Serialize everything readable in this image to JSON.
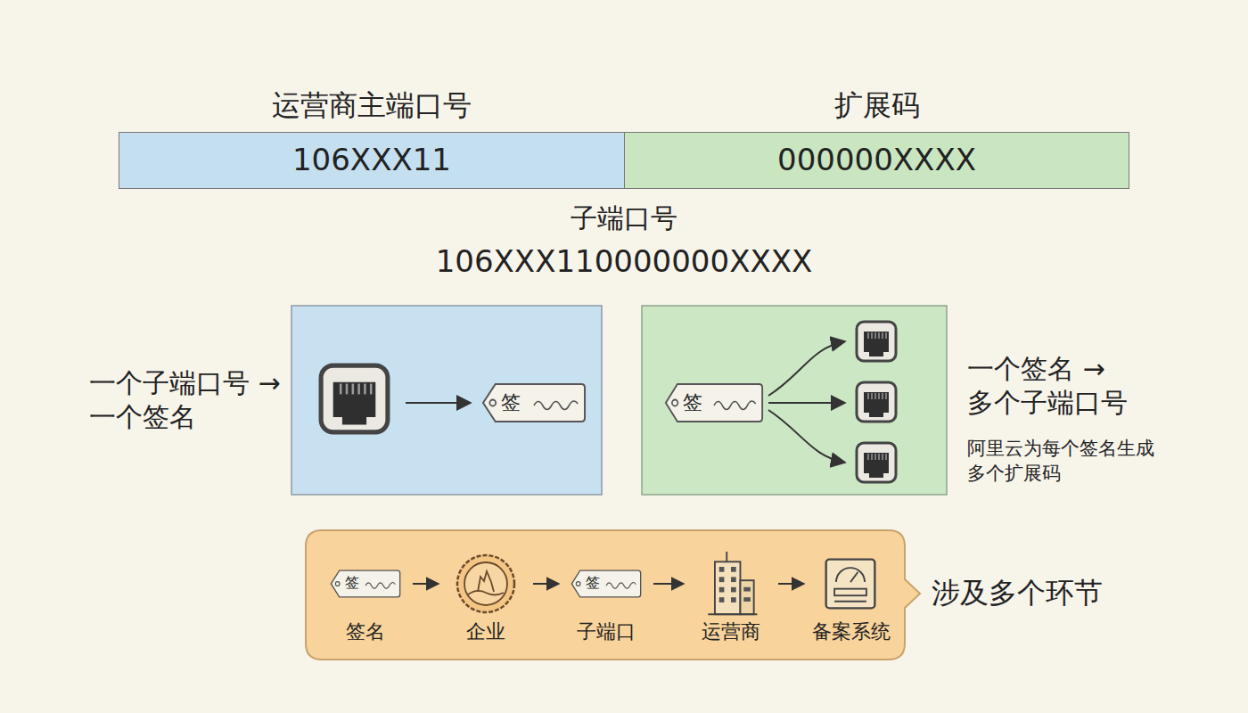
{
  "diagram": {
    "nodes": [
      {
        "text": [
          "运营商主端口号",
          "106XXX11"
        ]
      },
      {
        "text": [
          "扩展码",
          "000000XXXX"
        ]
      },
      {
        "text": [
          "一个子端口号 → 一个签名"
        ]
      },
      {
        "text": [
          "签"
        ],
        "in": 2
      },
      {
        "text": [
          "一个签名 → 多个子端口号",
          "阿里云为每个签名生成多个扩展码"
        ]
      },
      {
        "text": [
          "签"
        ],
        "in": 4
      },
      {
        "text": [
          "涉及多个环节"
        ]
      },
      {
        "text": [
          "签",
          "签名"
        ],
        "in": 6
      },
      {
        "text": [
          "企业"
        ],
        "in": 6
      },
      {
        "text": [
          "签",
          "子端口"
        ],
        "in": 6
      },
      {
        "text": [
          "运营商"
        ],
        "in": 6
      },
      {
        "text": [
          "备案系统"
        ],
        "in": 6
      }
    ],
    "edges": [
      {
        "from": 7,
        "to": 8,
        "arrow": "to"
      },
      {
        "from": 8,
        "to": 9,
        "arrow": "to"
      },
      {
        "from": 9,
        "to": 10,
        "arrow": "to"
      },
      {
        "from": 10,
        "to": 11,
        "arrow": "to"
      }
    ],
    "labels": [
      "子端口号",
      "106XXX110000000XXXX"
    ]
  }
}
